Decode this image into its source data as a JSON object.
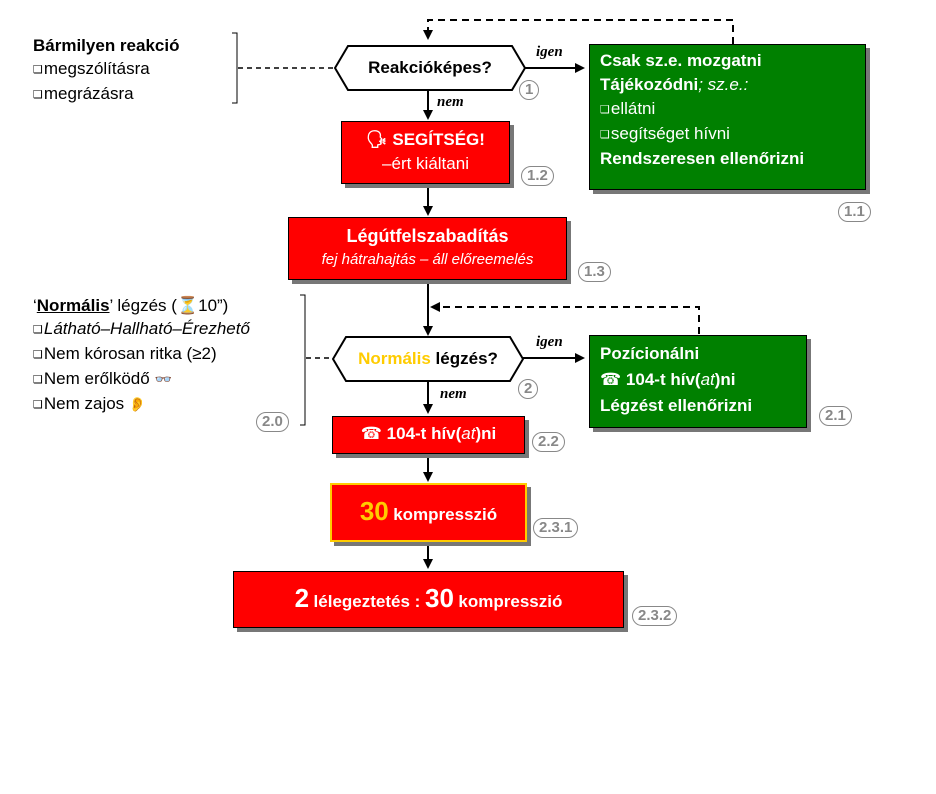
{
  "colors": {
    "red": "#ff0000",
    "green": "#008000",
    "yellow_text": "#ffcc00",
    "badge_gray": "#888888"
  },
  "left_top": {
    "title": "Bármilyen reakció",
    "items": [
      "megszólításra",
      "megrázásra"
    ]
  },
  "decision1": {
    "label": "Reakcióképes?",
    "badge": "1",
    "yes_label": "igen",
    "no_label": "nem"
  },
  "box_1_1": {
    "line1": "Csak sz.e. mozgatni",
    "line2_bold": "Tájékozódni",
    "line2_italic": "; sz.e.:",
    "items": [
      "ellátni",
      "segítséget hívni"
    ],
    "line5": "Rendszeresen ellenőrizni",
    "badge": "1.1"
  },
  "box_1_2": {
    "icon": "speaking-head-icon",
    "line1": "SEGÍTSÉG!",
    "line2": "–ért kiáltani",
    "badge": "1.2"
  },
  "box_1_3": {
    "line1": "Légútfelszabadítás",
    "line2": "fej hátrahajtás – áll előreemelés",
    "badge": "1.3"
  },
  "left_mid": {
    "title_prefix": "‘",
    "title_underlined": "Normális",
    "title_suffix": "’ légzés (",
    "title_icon": "hourglass-icon",
    "title_end": "10”)",
    "item1": "Látható–Hallható–Érezhető",
    "item2_pre": "Nem kórosan ritka (",
    "item2_sym": "≥",
    "item2_post": "2)",
    "item3": "Nem erőlködő",
    "item3_icon": "glasses-icon",
    "item4": "Nem zajos",
    "item4_icon": "ear-icon",
    "badge": "2.0"
  },
  "decision2": {
    "label_highlight": "Normális",
    "label_rest": " légzés?",
    "badge": "2",
    "yes_label": "igen",
    "no_label": "nem"
  },
  "box_2_1": {
    "line1": "Pozícionálni",
    "line2_icon": "phone-icon",
    "line2_pre": "104-t hív(",
    "line2_italic": "at",
    "line2_post": ")ni",
    "line3": "Légzést ellenőrizni",
    "badge": "2.1"
  },
  "box_2_2": {
    "icon": "phone-icon",
    "pre": "104-t hív(",
    "italic": "at",
    "post": ")ni",
    "badge": "2.2"
  },
  "box_2_3_1": {
    "number": "30",
    "text": "kompresszió",
    "badge": "2.3.1"
  },
  "box_2_3_2": {
    "num1": "2",
    "text1": "lélegeztetés : ",
    "num2": "30",
    "text2": "kompresszió",
    "badge": "2.3.2"
  }
}
